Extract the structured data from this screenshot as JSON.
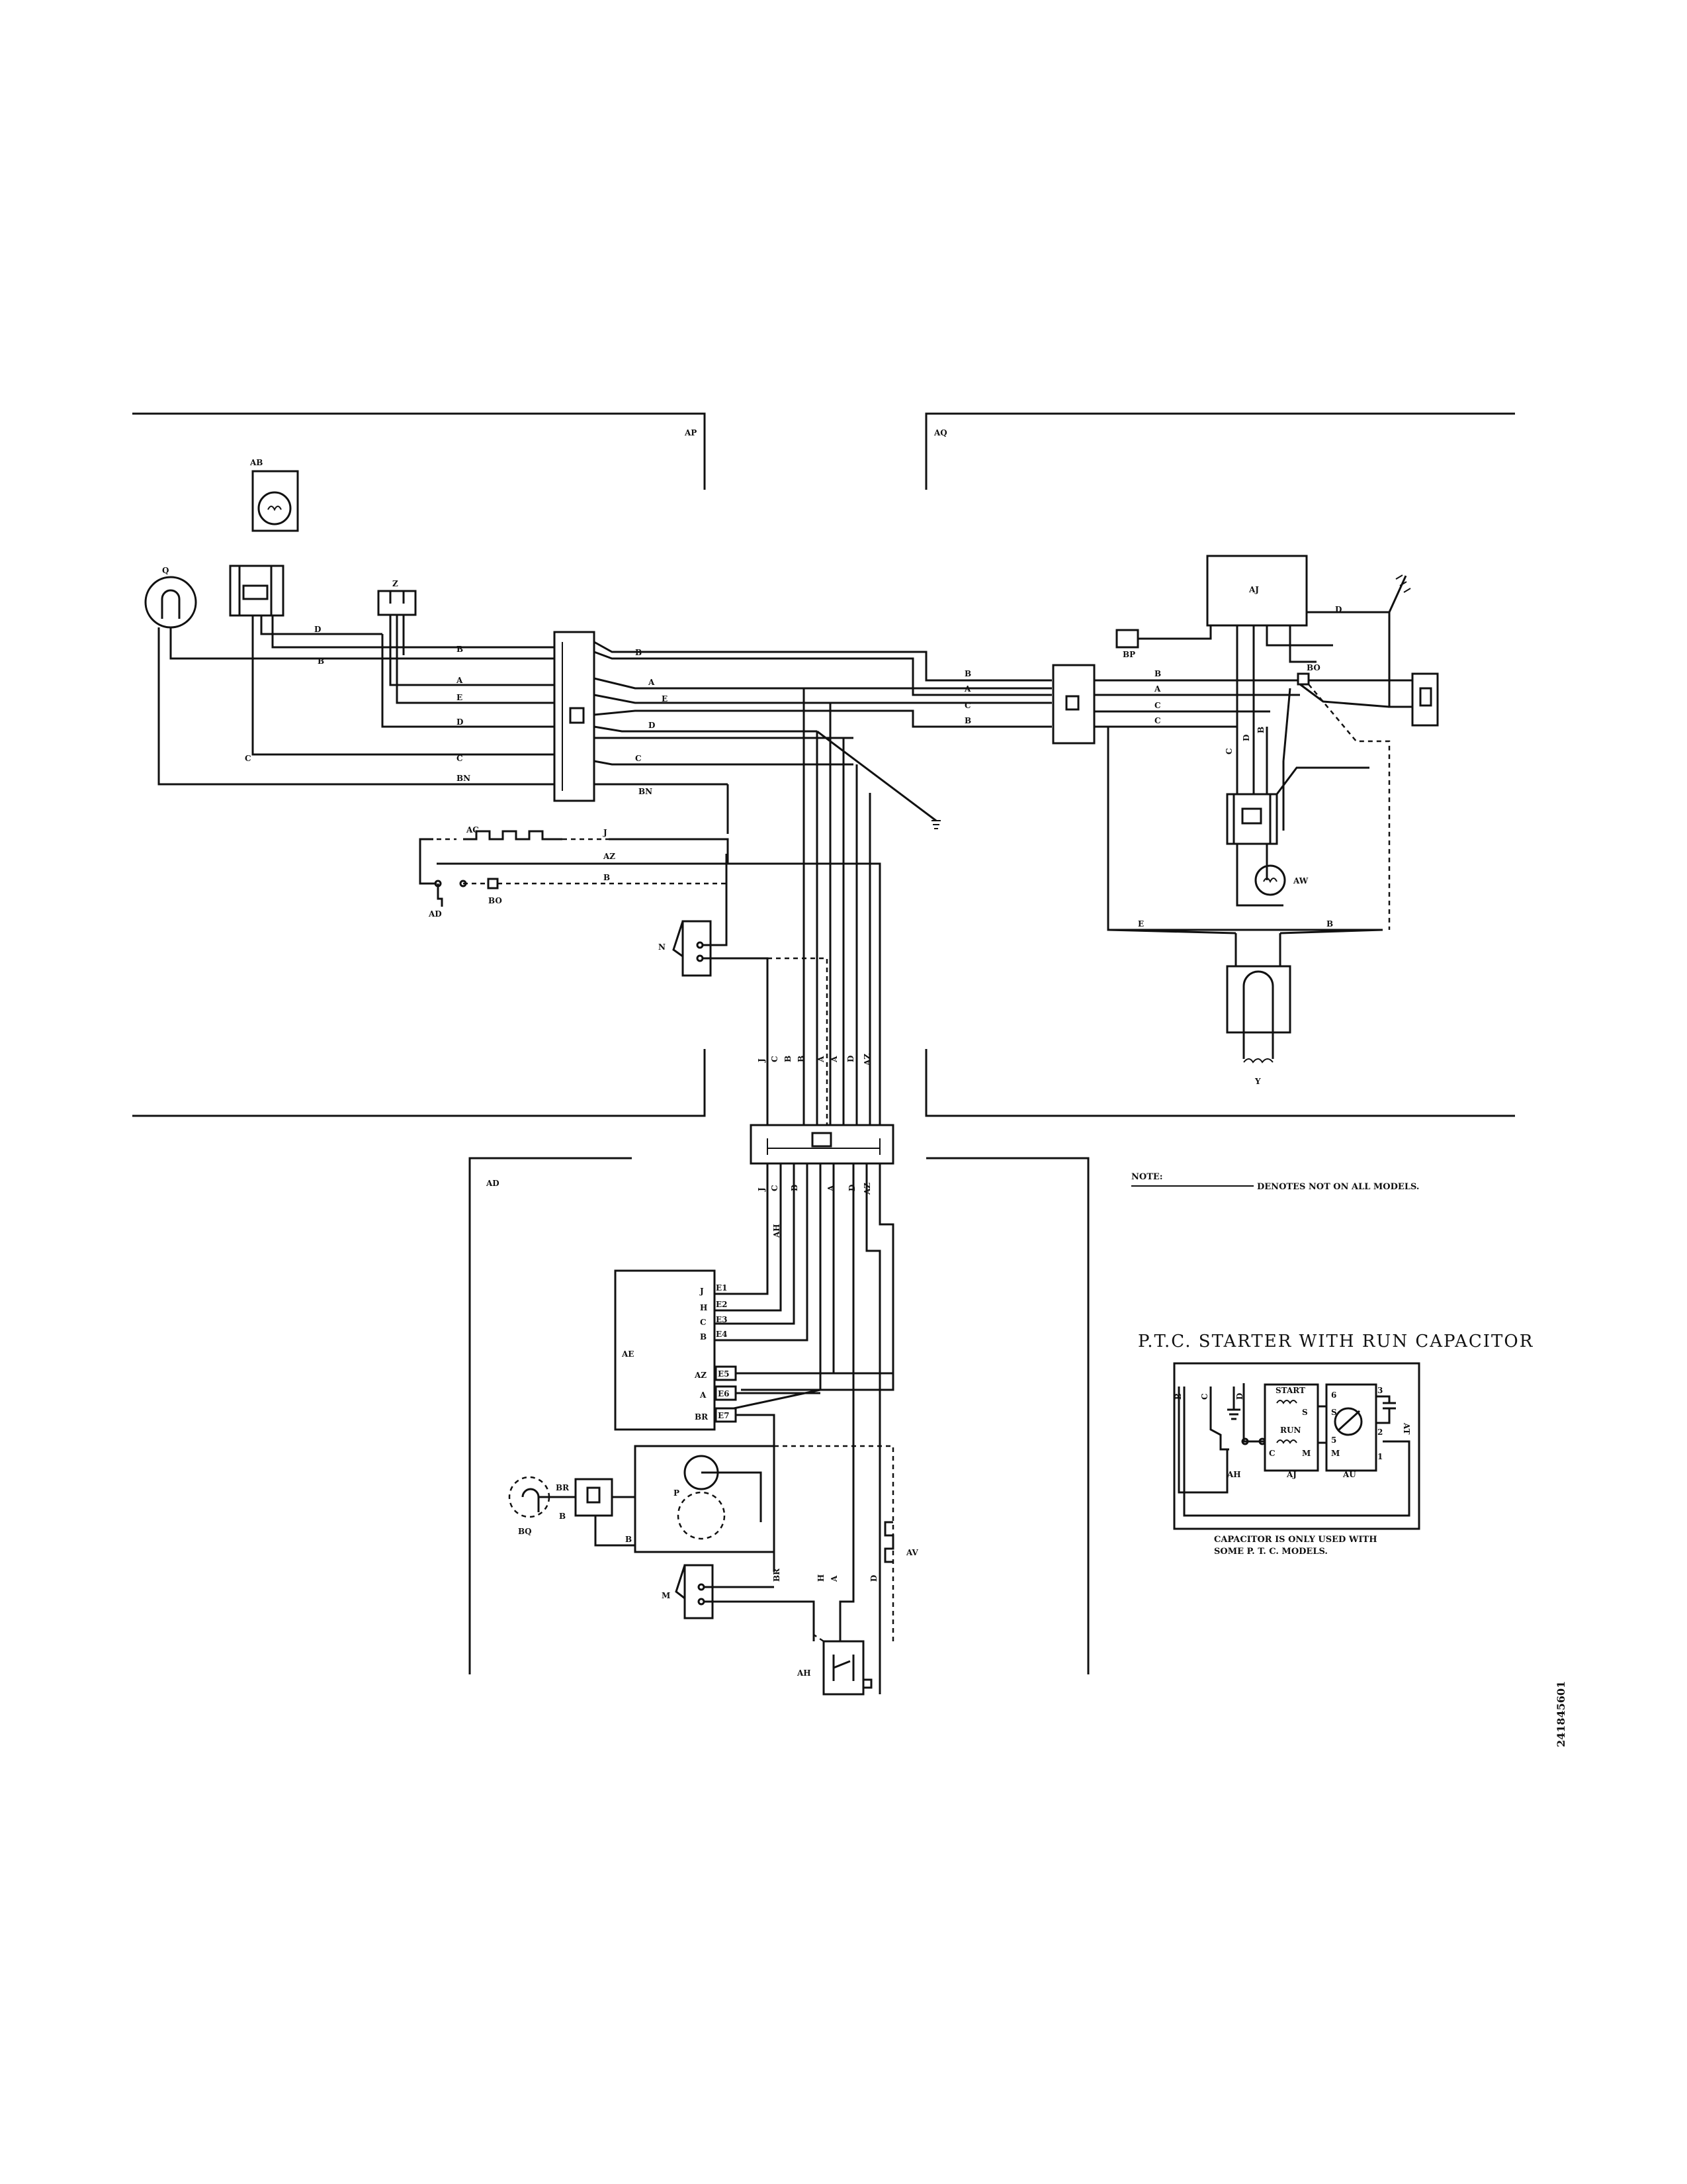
{
  "zones": {
    "ap": "AP",
    "aq": "AQ",
    "ad": "AD"
  },
  "components": {
    "ab": "AB",
    "q": "Q",
    "z": "Z",
    "aj": "AJ",
    "bp": "BP",
    "bo": "BO",
    "aw": "AW",
    "y": "Y",
    "ac": "AC",
    "ad_switch": "AD",
    "bo_lower": "BO",
    "n": "N",
    "ae": "AE",
    "p": "P",
    "bq": "BQ",
    "br": "BR",
    "m": "M",
    "av": "AV",
    "ah": "AH"
  },
  "wire_codes": {
    "a": "A",
    "b": "B",
    "c": "C",
    "d": "D",
    "e": "E",
    "j": "J",
    "h": "H",
    "az": "AZ",
    "bn": "BN",
    "ah": "AH",
    "br": "BR"
  },
  "terminals": {
    "e1": "E1",
    "e2": "E2",
    "e3": "E3",
    "e4": "E4",
    "e5": "E5",
    "e6": "E6",
    "e7": "E7"
  },
  "note": {
    "label": "NOTE:",
    "text": "DENOTES NOT ON ALL MODELS."
  },
  "ptc": {
    "title": "P.T.C. STARTER WITH RUN CAPACITOR",
    "start": "START",
    "run": "RUN",
    "s": "S",
    "m": "M",
    "c": "C",
    "aj": "AJ",
    "au": "AU",
    "at": "AT",
    "ah": "AH",
    "pins": {
      "p6": "6",
      "p3": "3",
      "p2": "2",
      "p5": "5",
      "p1": "1"
    },
    "caption1": "CAPACITOR IS ONLY USED WITH",
    "caption2": "SOME P. T. C. MODELS."
  },
  "doc_number": "241845601"
}
